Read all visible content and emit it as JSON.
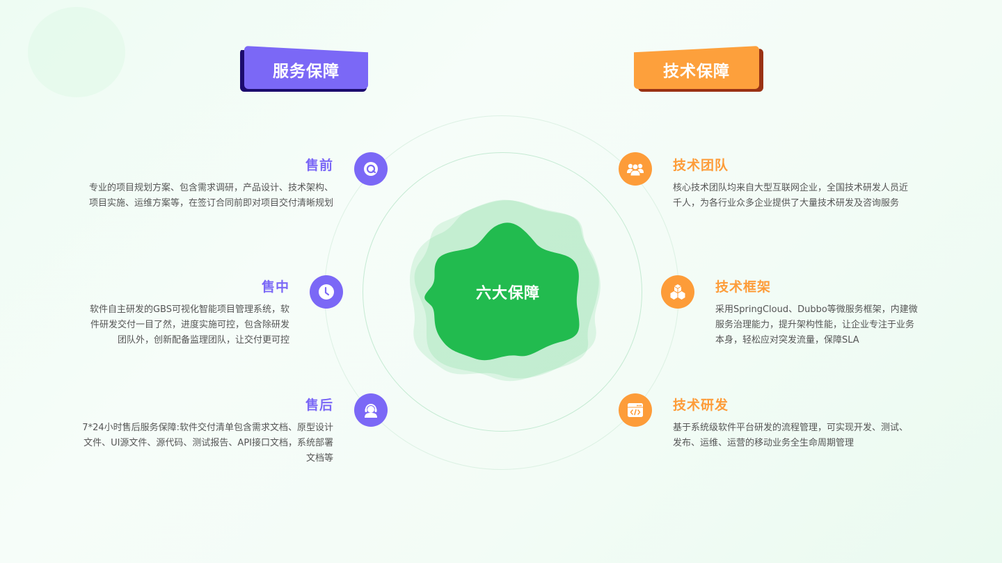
{
  "headers": {
    "service": "服务保障",
    "tech": "技术保障"
  },
  "center": {
    "label": "六大保障",
    "color": "#22bb4f"
  },
  "colors": {
    "service_accent": "#7b68f6",
    "service_shadow": "#1c0b6e",
    "tech_accent": "#fd9c39",
    "tech_shadow": "#9a3214",
    "center_green": "#22bb4f"
  },
  "service_items": [
    {
      "icon": "search-icon",
      "title": "售前",
      "desc": "专业的项目规划方案、包含需求调研，产品设计、技术架构、项目实施、运维方案等，在签订合同前即对项目交付清晰规划"
    },
    {
      "icon": "clock-icon",
      "title": "售中",
      "desc": "软件自主研发的GBS可视化智能项目管理系统，软件研发交付一目了然，进度实施可控，包含除研发团队外，创新配备监理团队，让交付更可控"
    },
    {
      "icon": "headset-user-icon",
      "title": "售后",
      "desc": "7*24小时售后服务保障:软件交付清单包含需求文档、原型设计文件、UI源文件、源代码、测试报告、API接口文档，系统部署文档等"
    }
  ],
  "tech_items": [
    {
      "icon": "team-icon",
      "title": "技术团队",
      "desc": "核心技术团队均来自大型互联网企业，全国技术研发人员近千人，为各行业众多企业提供了大量技术研发及咨询服务"
    },
    {
      "icon": "cubes-icon",
      "title": "技术框架",
      "desc": "采用SpringCloud、Dubbo等微服务框架，内建微服务治理能力，提升架构性能，让企业专注于业务本身，轻松应对突发流量，保障SLA"
    },
    {
      "icon": "code-window-icon",
      "title": "技术研发",
      "desc": "基于系统级软件平台研发的流程管理，可实现开发、测试、发布、运维、运营的移动业务全生命周期管理"
    }
  ]
}
